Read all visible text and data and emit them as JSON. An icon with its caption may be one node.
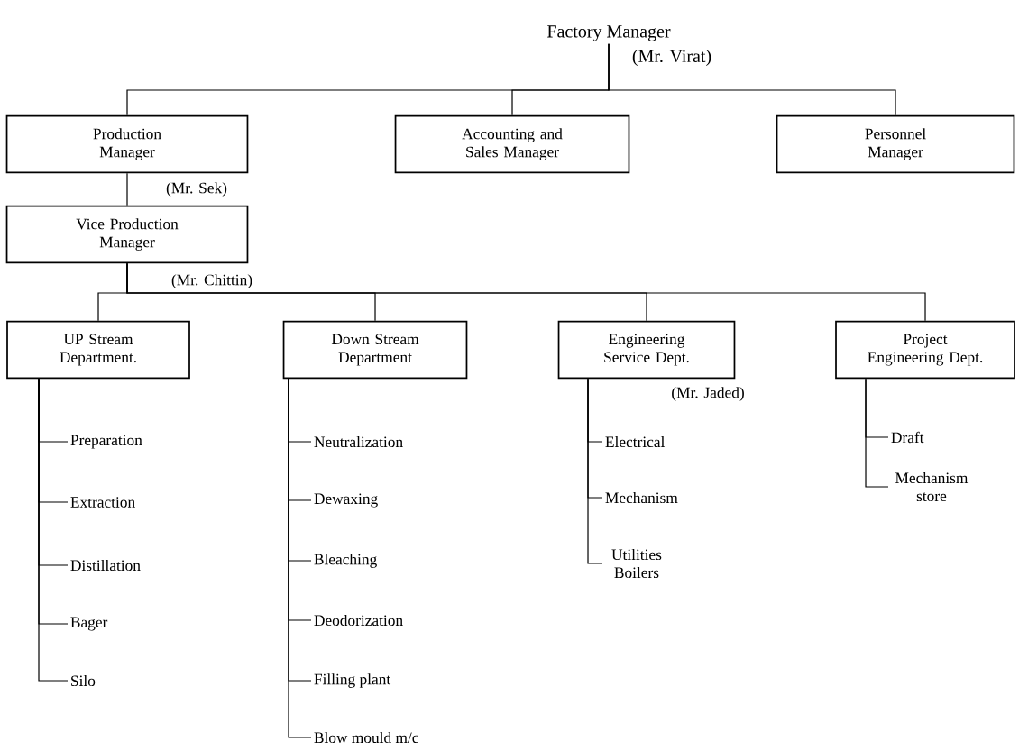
{
  "diagram": {
    "nodes": [
      {
        "text": [
          "Factory Manager"
        ],
        "beside": [
          "(Mr. Virat)"
        ]
      },
      {
        "text": [
          "Production Manager"
        ],
        "beside": [
          "(Mr. Sek)"
        ]
      },
      {
        "text": [
          "Accounting and Sales Manager"
        ]
      },
      {
        "text": [
          "Personnel Manager"
        ]
      },
      {
        "text": [
          "Vice Production Manager"
        ],
        "beside": [
          "(Mr. Chittin)"
        ]
      },
      {
        "text": [
          "UP Stream Department."
        ]
      },
      {
        "text": [
          "Down Stream Department"
        ]
      },
      {
        "text": [
          "Engineering Service Dept."
        ],
        "beside": [
          "(Mr. Jaded)"
        ]
      },
      {
        "text": [
          "Project Engineering Dept."
        ]
      },
      {
        "text": [
          "Preparation"
        ]
      },
      {
        "text": [
          "Extraction"
        ]
      },
      {
        "text": [
          "Distillation"
        ]
      },
      {
        "text": [
          "Bager"
        ]
      },
      {
        "text": [
          "Silo"
        ]
      },
      {
        "text": [
          "Neutralization"
        ]
      },
      {
        "text": [
          "Dewaxing"
        ]
      },
      {
        "text": [
          "Bleaching"
        ]
      },
      {
        "text": [
          "Deodorization"
        ]
      },
      {
        "text": [
          "Filling plant"
        ]
      },
      {
        "text": [
          "Blow mould m/c"
        ]
      },
      {
        "text": [
          "Electrical"
        ]
      },
      {
        "text": [
          "Mechanism"
        ]
      },
      {
        "text": [
          "Utilities Boilers"
        ]
      },
      {
        "text": [
          "Draft"
        ]
      },
      {
        "text": [
          "Mechanism store"
        ]
      }
    ],
    "edges": [
      {
        "from": 0,
        "to": 1,
        "arrow": "none"
      },
      {
        "from": 0,
        "to": 2,
        "arrow": "none"
      },
      {
        "from": 0,
        "to": 3,
        "arrow": "none"
      },
      {
        "from": 1,
        "to": 4,
        "arrow": "none"
      },
      {
        "from": 4,
        "to": 5,
        "arrow": "none"
      },
      {
        "from": 4,
        "to": 6,
        "arrow": "none"
      },
      {
        "from": 4,
        "to": 7,
        "arrow": "none"
      },
      {
        "from": 4,
        "to": 8,
        "arrow": "none"
      },
      {
        "from": 5,
        "to": 9,
        "arrow": "none"
      },
      {
        "from": 5,
        "to": 10,
        "arrow": "none"
      },
      {
        "from": 5,
        "to": 11,
        "arrow": "none"
      },
      {
        "from": 5,
        "to": 12,
        "arrow": "none"
      },
      {
        "from": 5,
        "to": 13,
        "arrow": "none"
      },
      {
        "from": 6,
        "to": 14,
        "arrow": "none"
      },
      {
        "from": 6,
        "to": 15,
        "arrow": "none"
      },
      {
        "from": 6,
        "to": 16,
        "arrow": "none"
      },
      {
        "from": 6,
        "to": 17,
        "arrow": "none"
      },
      {
        "from": 6,
        "to": 18,
        "arrow": "none"
      },
      {
        "from": 6,
        "to": 19,
        "arrow": "none"
      },
      {
        "from": 7,
        "to": 20,
        "arrow": "none"
      },
      {
        "from": 7,
        "to": 21,
        "arrow": "none"
      },
      {
        "from": 7,
        "to": 22,
        "arrow": "none"
      },
      {
        "from": 8,
        "to": 23,
        "arrow": "none"
      },
      {
        "from": 8,
        "to": 24,
        "arrow": "none"
      }
    ]
  }
}
